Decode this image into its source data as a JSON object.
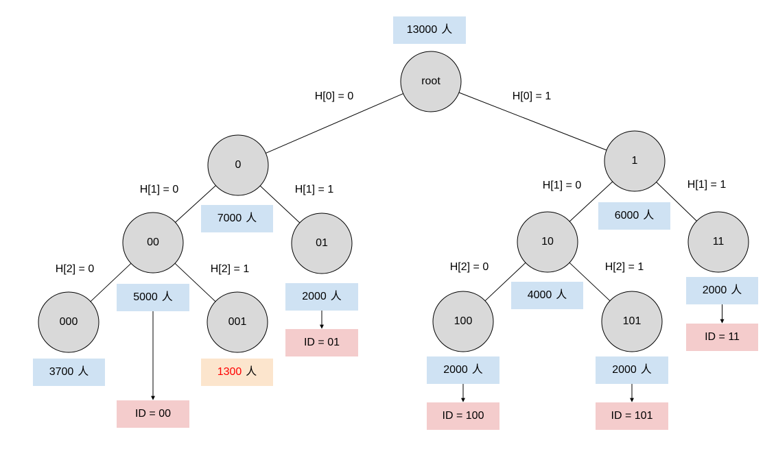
{
  "colors": {
    "count_box": "#cfe2f3",
    "highlight_box": "#fce5cd",
    "id_box": "#f4cccc",
    "node_fill": "#d9d9d9",
    "highlight_text": "#ff0000"
  },
  "nodes": [
    {
      "id": "root",
      "label": "root"
    },
    {
      "id": "0",
      "label": "0"
    },
    {
      "id": "1",
      "label": "1"
    },
    {
      "id": "00",
      "label": "00"
    },
    {
      "id": "01",
      "label": "01"
    },
    {
      "id": "10",
      "label": "10"
    },
    {
      "id": "11",
      "label": "11"
    },
    {
      "id": "000",
      "label": "000"
    },
    {
      "id": "001",
      "label": "001"
    },
    {
      "id": "100",
      "label": "100"
    },
    {
      "id": "101",
      "label": "101"
    }
  ],
  "edges": [
    {
      "from": "root",
      "to": "0",
      "label": "H[0] = 0"
    },
    {
      "from": "root",
      "to": "1",
      "label": "H[0] = 1"
    },
    {
      "from": "0",
      "to": "00",
      "label": "H[1] = 0"
    },
    {
      "from": "0",
      "to": "01",
      "label": "H[1] = 1"
    },
    {
      "from": "1",
      "to": "10",
      "label": "H[1] = 0"
    },
    {
      "from": "1",
      "to": "11",
      "label": "H[1] = 1"
    },
    {
      "from": "00",
      "to": "000",
      "label": "H[2] = 0"
    },
    {
      "from": "00",
      "to": "001",
      "label": "H[2] = 1"
    },
    {
      "from": "10",
      "to": "100",
      "label": "H[2] = 0"
    },
    {
      "from": "10",
      "to": "101",
      "label": "H[2] = 1"
    }
  ],
  "count_boxes": [
    {
      "id": "c-root",
      "node": "root",
      "number": "13000",
      "unit": "人",
      "style": "count"
    },
    {
      "id": "c-0",
      "node": "0",
      "number": "7000",
      "unit": "人",
      "style": "count"
    },
    {
      "id": "c-1",
      "node": "1",
      "number": "6000",
      "unit": "人",
      "style": "count"
    },
    {
      "id": "c-00",
      "node": "00",
      "number": "5000",
      "unit": "人",
      "style": "count"
    },
    {
      "id": "c-01",
      "node": "01",
      "number": "2000",
      "unit": "人",
      "style": "count"
    },
    {
      "id": "c-10",
      "node": "10",
      "number": "4000",
      "unit": "人",
      "style": "count"
    },
    {
      "id": "c-11",
      "node": "11",
      "number": "2000",
      "unit": "人",
      "style": "count"
    },
    {
      "id": "c-000",
      "node": "000",
      "number": "3700",
      "unit": "人",
      "style": "count"
    },
    {
      "id": "c-001",
      "node": "001",
      "number": "1300",
      "unit": "人",
      "style": "highlight"
    },
    {
      "id": "c-100",
      "node": "100",
      "number": "2000",
      "unit": "人",
      "style": "count"
    },
    {
      "id": "c-101",
      "node": "101",
      "number": "2000",
      "unit": "人",
      "style": "count"
    }
  ],
  "id_boxes": [
    {
      "id": "id-00",
      "from_count": "c-00",
      "text": "ID = 00"
    },
    {
      "id": "id-01",
      "from_count": "c-01",
      "text": "ID = 01"
    },
    {
      "id": "id-11",
      "from_count": "c-11",
      "text": "ID = 11"
    },
    {
      "id": "id-100",
      "from_count": "c-100",
      "text": "ID = 100"
    },
    {
      "id": "id-101",
      "from_count": "c-101",
      "text": "ID = 101"
    }
  ]
}
